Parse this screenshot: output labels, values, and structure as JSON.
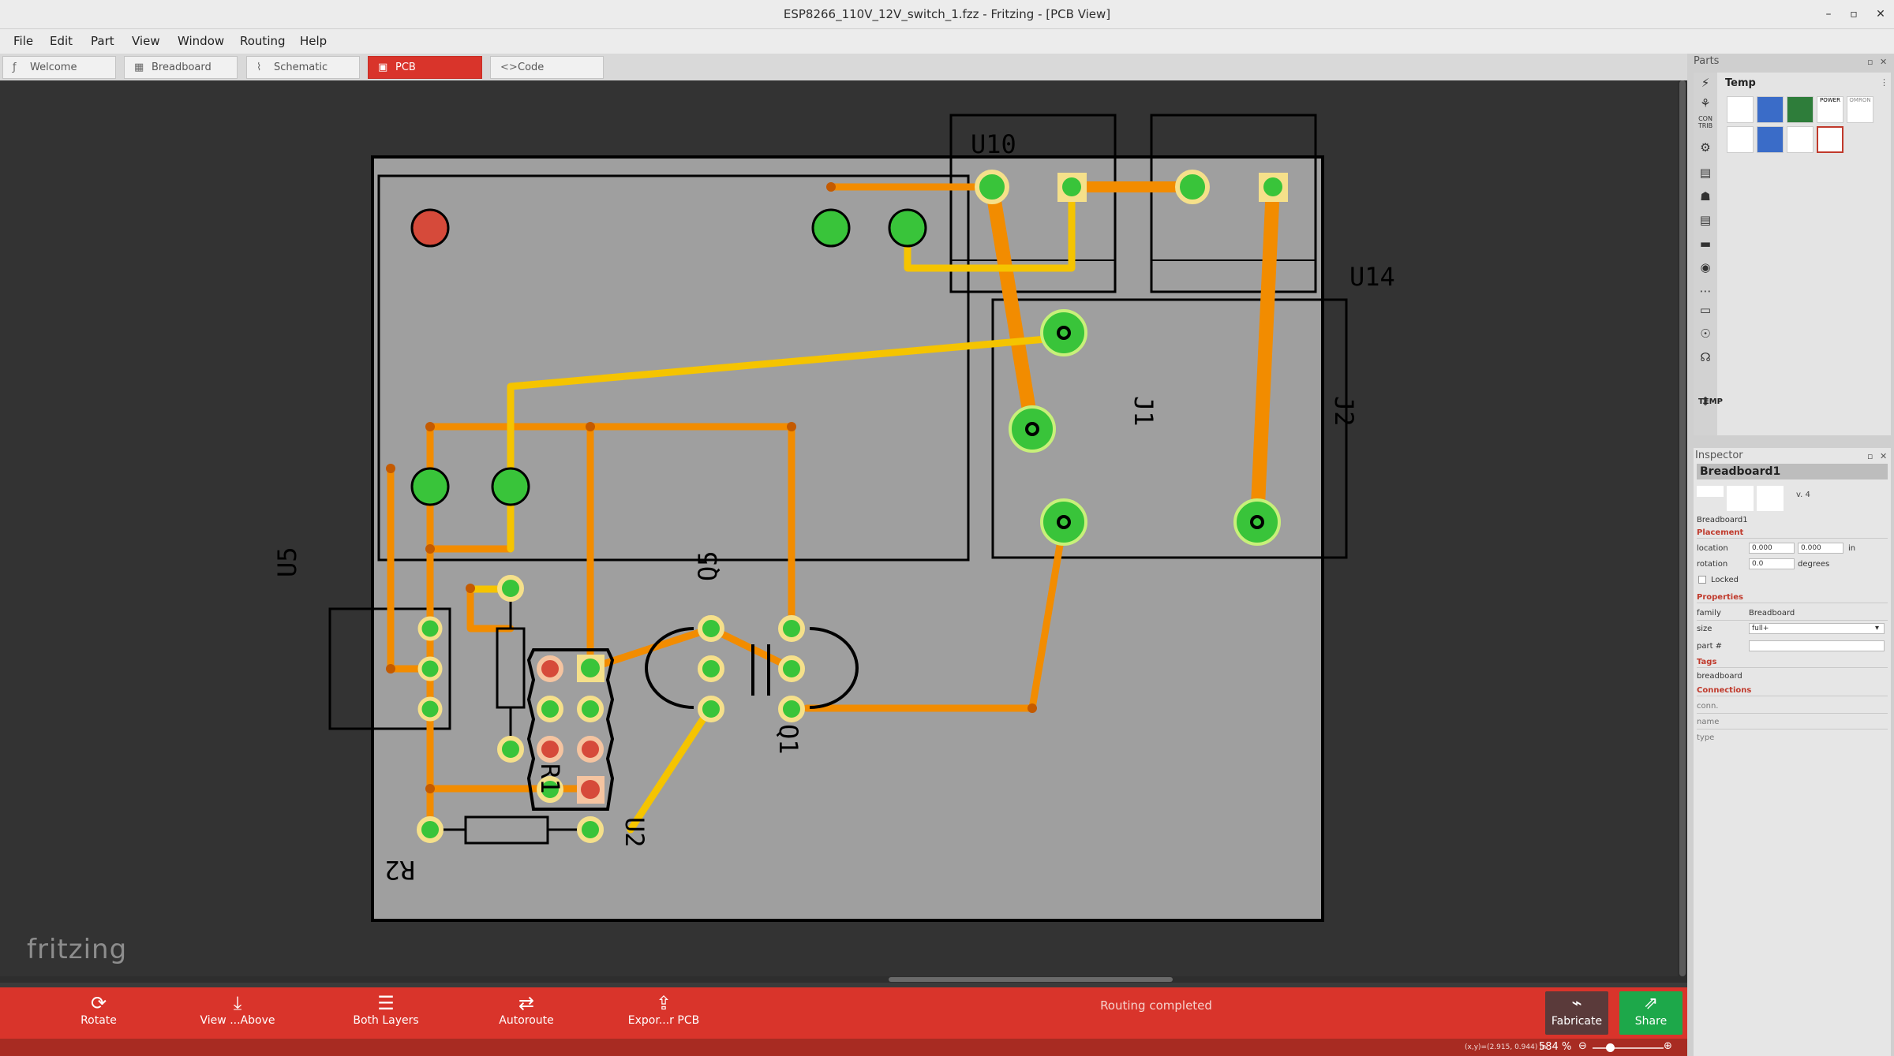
{
  "window": {
    "title": "ESP8266_110V_12V_switch_1.fzz - Fritzing - [PCB View]",
    "controls": [
      "–",
      "▫",
      "✕"
    ]
  },
  "menu": [
    "File",
    "Edit",
    "Part",
    "View",
    "Window",
    "Routing",
    "Help"
  ],
  "tabs": [
    {
      "label": "Welcome",
      "icon": "fritzing-f-icon"
    },
    {
      "label": "Breadboard",
      "icon": "breadboard-icon"
    },
    {
      "label": "Schematic",
      "icon": "schematic-icon"
    },
    {
      "label": "PCB",
      "icon": "pcb-icon",
      "active": true
    },
    {
      "label": "Code",
      "icon": "code-icon"
    }
  ],
  "canvas": {
    "logo": "fritzing",
    "labels": {
      "u10": "U10",
      "u14": "U14",
      "j1": "J1",
      "j2": "J2",
      "u5": "U5",
      "q5": "Q5",
      "q1": "Q1",
      "r1": "R1",
      "u2": "U2",
      "r2": "R2"
    },
    "colors": {
      "board": "#9f9f9f",
      "background": "#333333",
      "trace_top": "#f5c400",
      "trace_bottom": "#f28c00",
      "pad_green": "#39c43a",
      "pad_red": "#d64a3a",
      "outline": "#000000"
    }
  },
  "toolbar": {
    "rotate": "Rotate",
    "view_above": "View ...Above",
    "both_layers": "Both Layers",
    "autoroute": "Autoroute",
    "export_pcb": "Expor...r PCB",
    "status": "Routing completed",
    "fabricate": "Fabricate",
    "share": "Share"
  },
  "statusbar": {
    "coords": "(x,y)=(2.915, 0.944) in",
    "zoom": "584 %",
    "zoom_minus": "⊖",
    "zoom_plus": "⊕"
  },
  "parts": {
    "header": "Parts",
    "bin_name": "Temp",
    "core_label": "CON TRIB",
    "temp_label": "TEMP",
    "thumb_texts": [
      "POWER",
      "OMRON"
    ]
  },
  "inspector": {
    "header": "Inspector",
    "title": "Breadboard1",
    "version": "v. 4",
    "name": "Breadboard1",
    "placement_label": "Placement",
    "location_label": "location",
    "location_x": "0.000",
    "location_y": "0.000",
    "location_unit": "in",
    "rotation_label": "rotation",
    "rotation_value": "0.0",
    "rotation_unit": "degrees",
    "locked_label": "Locked",
    "properties_label": "Properties",
    "family_label": "family",
    "family_value": "Breadboard",
    "size_label": "size",
    "size_value": "full+",
    "partnum_label": "part #",
    "tags_label": "Tags",
    "tags_value": "breadboard",
    "connections_label": "Connections",
    "conn_label": "conn.",
    "name_label": "name",
    "type_label": "type"
  }
}
